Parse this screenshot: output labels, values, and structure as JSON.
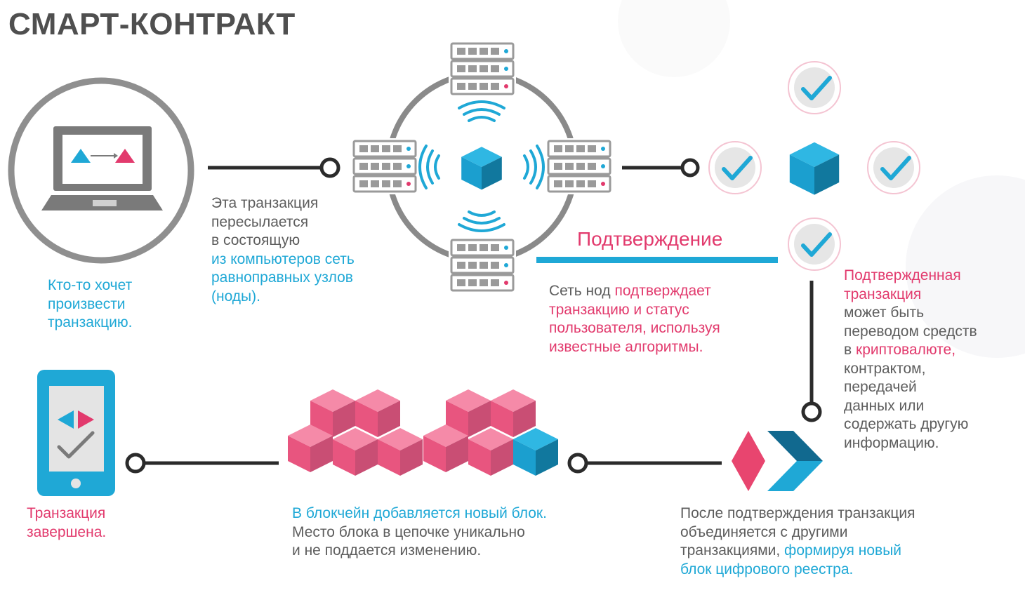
{
  "title": "СМАРТ-КОНТРАКТ",
  "confirm_heading": "Подтверждение",
  "captions": {
    "request": [
      "Кто-то хочет",
      "произвести",
      "транзакцию."
    ],
    "send": {
      "gray_lines": [
        "Эта транзакция",
        "пересылается",
        "в состоящую"
      ],
      "cyan_lines": [
        "из компьютеров сеть",
        "равноправных узлов",
        "(ноды)."
      ]
    },
    "verify": {
      "line1_gray": "Сеть нод ",
      "line1_pink": "подтверждает",
      "pink_lines": [
        "транзакцию и статус",
        "пользователя, используя",
        "известные алгоритмы."
      ]
    },
    "confirmed": {
      "pink_lines": [
        "Подтвержденная",
        "транзакция"
      ],
      "gray_lines_a": [
        "может быть",
        "переводом средств"
      ],
      "line_mixed_gray": "в ",
      "line_mixed_pink": "криптовалюте,",
      "gray_lines_b": [
        "контрактом,",
        "передачей",
        "данных или",
        "содержать другую",
        "информацию."
      ]
    },
    "combine": {
      "gray_lines": [
        "После подтверждения транзакция",
        "объединяется с другими"
      ],
      "line3_gray": "транзакциями, ",
      "line3_cyan": "формируя новый",
      "line4_cyan": "блок цифрового реестра."
    },
    "block": {
      "cyan_line": "В блокчейн добавляется новый блок.",
      "gray_lines": [
        "Место блока в цепочке уникально",
        "и не поддается изменению."
      ]
    },
    "done": [
      "Транзакция",
      "завершена."
    ]
  },
  "colors": {
    "cyan": "#1fa8d6",
    "pink": "#e23a6d",
    "gray_text": "#5d5d5d",
    "gray_line": "#8a8a8a",
    "dark_line": "#2b2b2b",
    "cube_pink": "#f06a8f",
    "cube_blue": "#1b9fcf"
  },
  "icons": [
    "laptop-icon",
    "server-icon",
    "wifi-signal-icon",
    "cube-icon",
    "checkmark-badge-icon",
    "mobile-phone-icon",
    "chevron-arrows-icon"
  ]
}
